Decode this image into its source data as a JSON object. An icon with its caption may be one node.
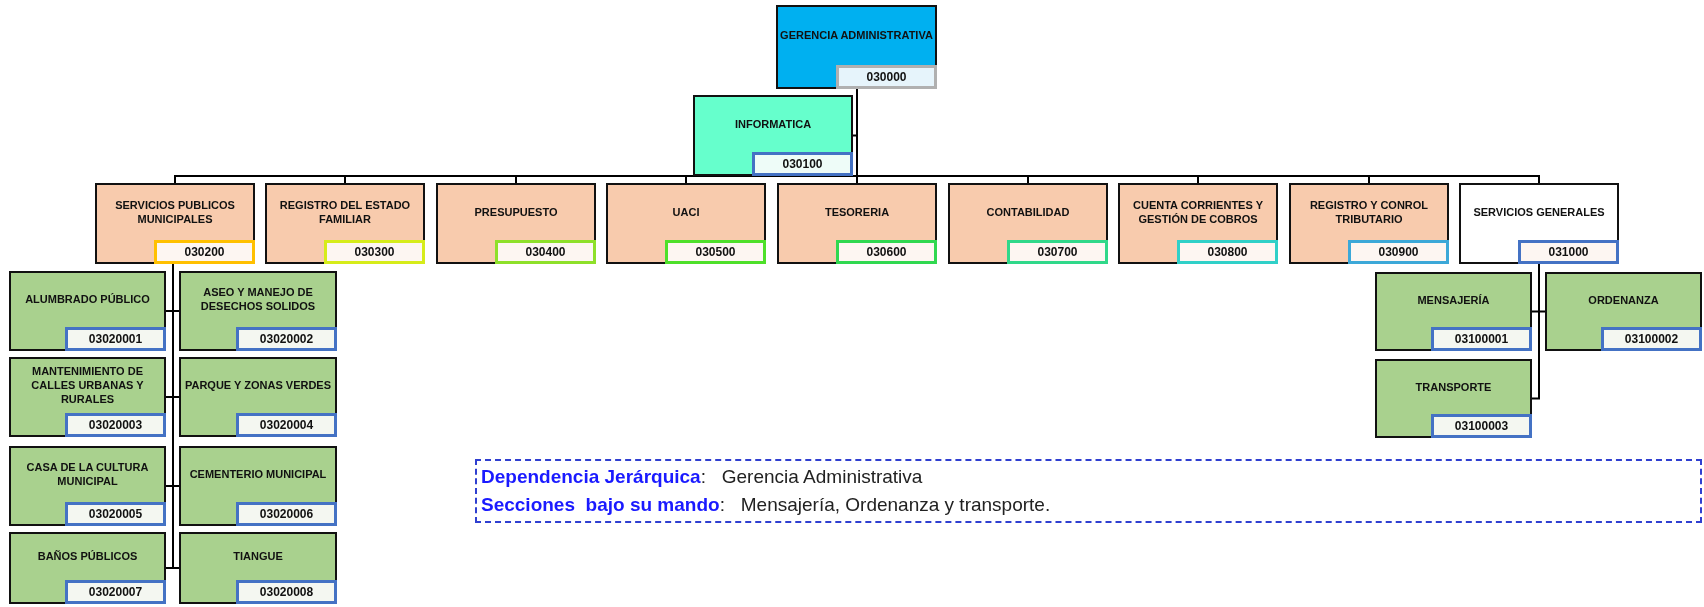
{
  "diagram": {
    "nodes": [
      {
        "text": [
          "GERENCIA ADMINISTRATIVA",
          "030000"
        ]
      },
      {
        "text": [
          "INFORMATICA",
          "030100"
        ]
      },
      {
        "text": [
          "SERVICIOS PUBLICOS MUNICIPALES",
          "030200"
        ]
      },
      {
        "text": [
          "REGISTRO DEL ESTADO FAMILIAR",
          "030300"
        ]
      },
      {
        "text": [
          "PRESUPUESTO",
          "030400"
        ]
      },
      {
        "text": [
          "UACI",
          "030500"
        ]
      },
      {
        "text": [
          "TESORERIA",
          "030600"
        ]
      },
      {
        "text": [
          "CONTABILIDAD",
          "030700"
        ]
      },
      {
        "text": [
          "CUENTA CORRIENTES Y GESTIÓN DE COBROS",
          "030800"
        ]
      },
      {
        "text": [
          "REGISTRO Y CONROL TRIBUTARIO",
          "030900"
        ]
      },
      {
        "text": [
          "SERVICIOS GENERALES",
          "031000"
        ]
      },
      {
        "text": [
          "ALUMBRADO PÚBLICO",
          "03020001"
        ]
      },
      {
        "text": [
          "ASEO Y MANEJO DE DESECHOS SOLIDOS",
          "03020002"
        ]
      },
      {
        "text": [
          "MANTENIMIENTO DE CALLES URBANAS Y RURALES",
          "03020003"
        ]
      },
      {
        "text": [
          "PARQUE Y ZONAS VERDES",
          "03020004"
        ]
      },
      {
        "text": [
          "CASA DE LA CULTURA MUNICIPAL",
          "03020005"
        ]
      },
      {
        "text": [
          "CEMENTERIO MUNICIPAL",
          "03020006"
        ]
      },
      {
        "text": [
          "BAÑOS PÚBLICOS",
          "03020007"
        ]
      },
      {
        "text": [
          "TIANGUE",
          "03020008"
        ]
      },
      {
        "text": [
          "MENSAJERÍA",
          "03100001"
        ]
      },
      {
        "text": [
          "ORDENANZA",
          "03100002"
        ]
      },
      {
        "text": [
          "TRANSPORTE",
          "03100003"
        ]
      },
      {
        "text": [
          "**Dependencia Jerárquica**:   Gerencia Administrativa",
          "**Secciones  bajo su mando**:   Mensajería, Ordenanza y transporte."
        ]
      }
    ],
    "edges": [
      {
        "from": 0,
        "to": 1,
        "arrow": "none"
      },
      {
        "from": 0,
        "to": 2,
        "arrow": "none"
      },
      {
        "from": 0,
        "to": 3,
        "arrow": "none"
      },
      {
        "from": 0,
        "to": 4,
        "arrow": "none"
      },
      {
        "from": 0,
        "to": 5,
        "arrow": "none"
      },
      {
        "from": 0,
        "to": 6,
        "arrow": "none"
      },
      {
        "from": 0,
        "to": 7,
        "arrow": "none"
      },
      {
        "from": 0,
        "to": 8,
        "arrow": "none"
      },
      {
        "from": 0,
        "to": 9,
        "arrow": "none"
      },
      {
        "from": 0,
        "to": 10,
        "arrow": "none"
      },
      {
        "from": 2,
        "to": 11,
        "arrow": "none"
      },
      {
        "from": 2,
        "to": 12,
        "arrow": "none"
      },
      {
        "from": 2,
        "to": 13,
        "arrow": "none"
      },
      {
        "from": 2,
        "to": 14,
        "arrow": "none"
      },
      {
        "from": 2,
        "to": 15,
        "arrow": "none"
      },
      {
        "from": 2,
        "to": 16,
        "arrow": "none"
      },
      {
        "from": 2,
        "to": 17,
        "arrow": "none"
      },
      {
        "from": 2,
        "to": 18,
        "arrow": "none"
      },
      {
        "from": 10,
        "to": 19,
        "arrow": "none"
      },
      {
        "from": 10,
        "to": 20,
        "arrow": "none"
      },
      {
        "from": 10,
        "to": 21,
        "arrow": "none"
      }
    ]
  }
}
